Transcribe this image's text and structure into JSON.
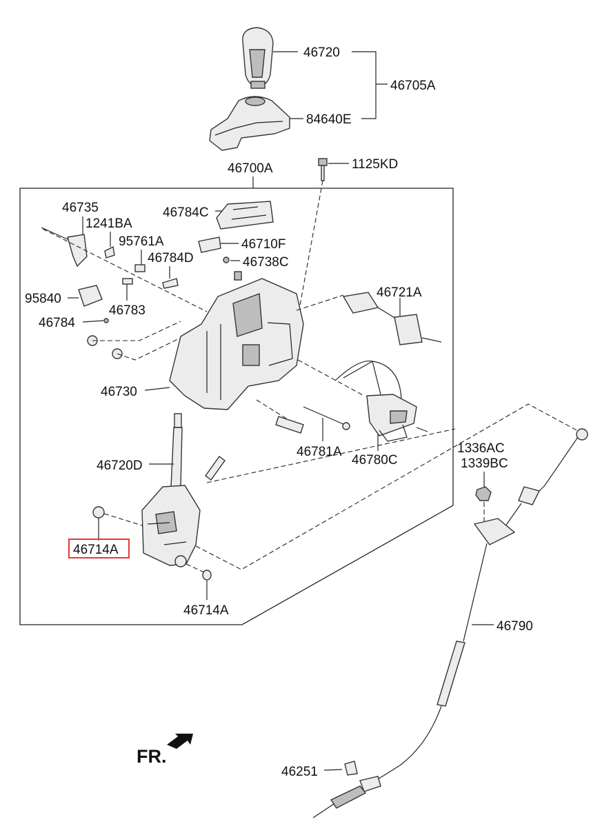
{
  "colors": {
    "highlight": "#e53935",
    "ink": "#111111",
    "part_fill": "#ececec"
  },
  "labels": {
    "p46720": "46720",
    "p46705A": "46705A",
    "p84640E": "84640E",
    "p46700A": "46700A",
    "p1125KD": "1125KD",
    "p46735": "46735",
    "p1241BA": "1241BA",
    "p46784C": "46784C",
    "p95761A": "95761A",
    "p46710F": "46710F",
    "p46784D": "46784D",
    "p46738C": "46738C",
    "p95840": "95840",
    "p46783": "46783",
    "p46721A": "46721A",
    "p46784": "46784",
    "p46730": "46730",
    "p46781A": "46781A",
    "p46780C": "46780C",
    "p46720D": "46720D",
    "p1336AC": "1336AC",
    "p1339BC": "1339BC",
    "p46714A_highlighted": "46714A",
    "p46714A_lower": "46714A",
    "p46790": "46790",
    "p46251": "46251",
    "fr": "FR."
  },
  "highlighted_part": "46714A",
  "icons": [
    "front-direction-arrow-icon"
  ]
}
